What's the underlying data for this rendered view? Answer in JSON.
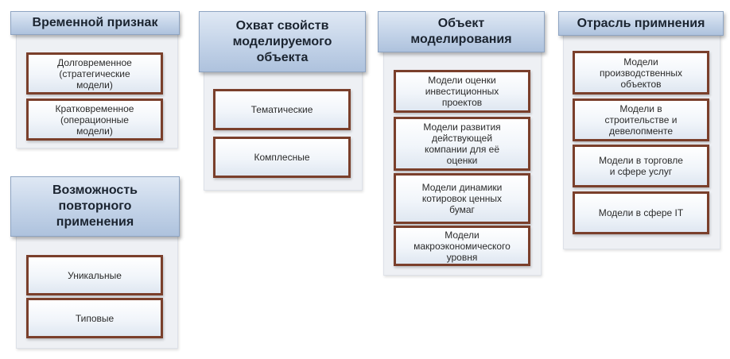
{
  "columns": {
    "temporal": {
      "title": "Временной признак",
      "items": [
        "Долговременное\n(стратегические\nмодели)",
        "Кратковременное\n(операционные\nмодели)"
      ]
    },
    "reuse": {
      "title": "Возможность\nповторного\nприменения",
      "items": [
        "Уникальные",
        "Типовые"
      ]
    },
    "coverage": {
      "title": "Охват свойств\nмоделируемого\nобъекта",
      "items": [
        "Тематические",
        "Комплесные"
      ]
    },
    "object": {
      "title": "Объект\nмоделирования",
      "items": [
        "Модели оценки\nинвестиционных\nпроектов",
        "Модели развития\nдействующей\nкомпании для её\nоценки",
        "Модели динамики\nкотировок ценных\nбумаг",
        "Модели\nмакроэкономического\nуровня"
      ]
    },
    "industry": {
      "title": "Отрасль примнения",
      "items": [
        "Модели\nпроизводственных\nобъектов",
        "Модели в\nстроительстве и\nдевелопменте",
        "Модели в торговле\nи сфере услуг",
        "Модели в сфере IT"
      ]
    }
  }
}
